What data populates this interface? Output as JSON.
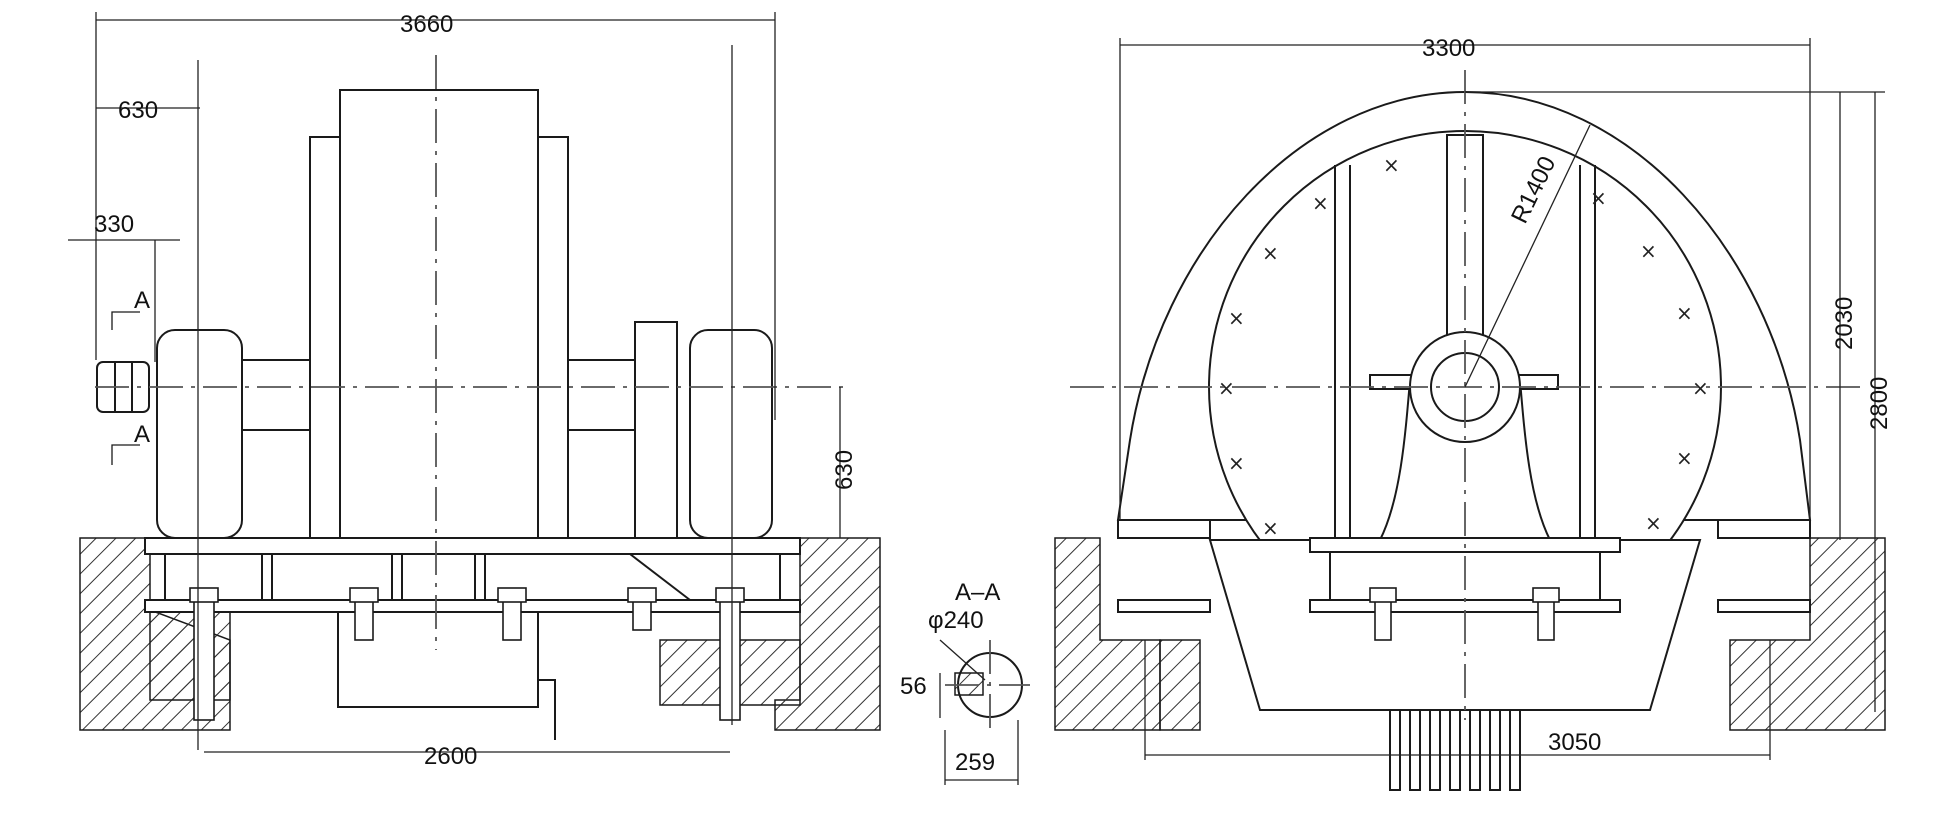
{
  "front_view": {
    "overall_width": "3660",
    "offset_630_top": "630",
    "offset_330": "330",
    "shaft_height": "630",
    "bolt_spacing": "2600",
    "section_mark": "A"
  },
  "section_view": {
    "title": "A–A",
    "diameter": "φ240",
    "key_width": "56",
    "key_depth": "259"
  },
  "side_view": {
    "overall_width": "3300",
    "radius": "R1400",
    "height_inner": "2030",
    "height_total": "2800",
    "base_span": "3050"
  },
  "colors": {
    "line": "#1a1a1a",
    "hatch": "#333333",
    "background": "#ffffff"
  }
}
